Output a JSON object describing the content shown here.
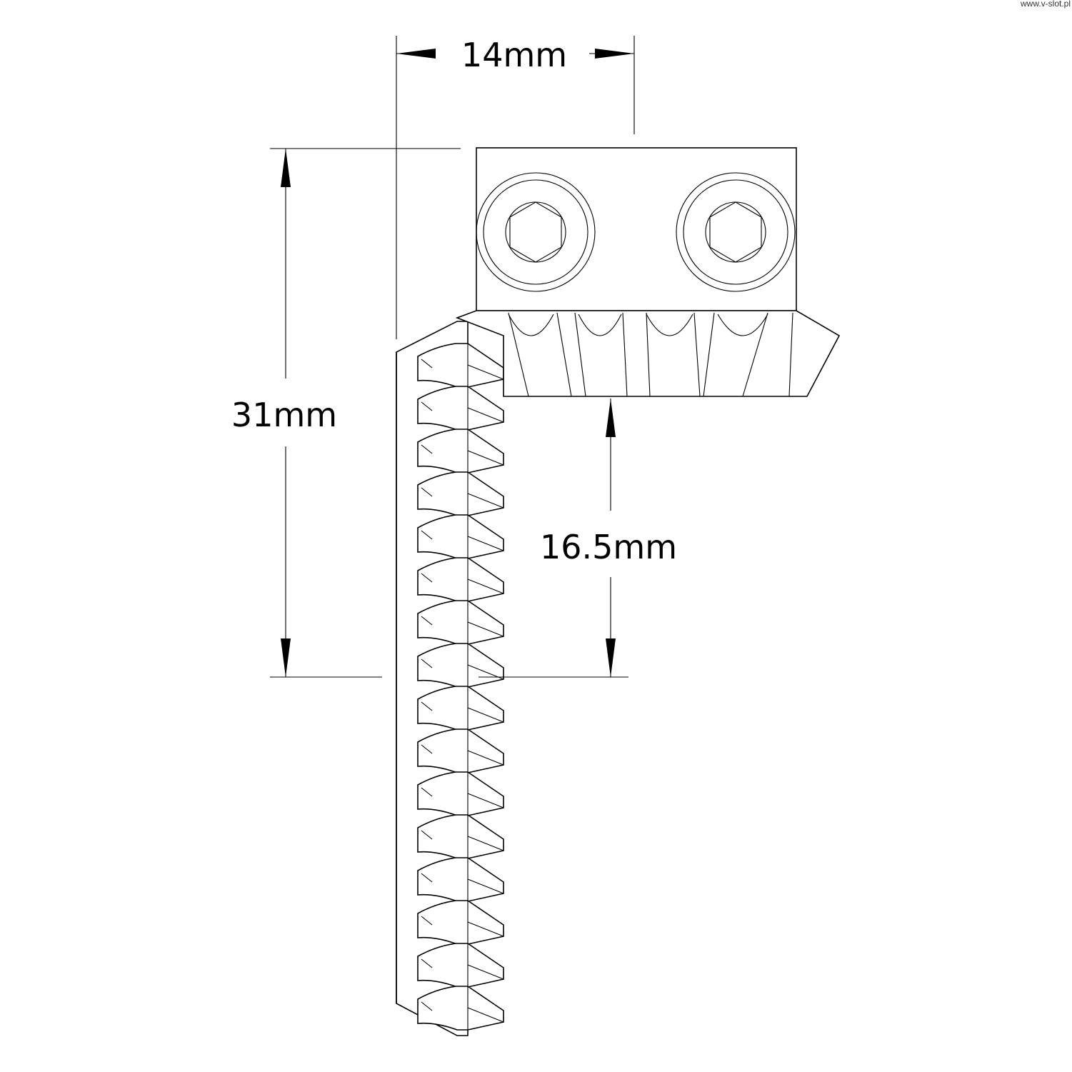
{
  "watermark": "www.v-slot.pl",
  "dimensions": {
    "width": "14mm",
    "height": "31mm",
    "pitch_offset": "16.5mm"
  },
  "drawing": {
    "rack_tooth_count": 16,
    "pinion_bolt_count": 2
  }
}
